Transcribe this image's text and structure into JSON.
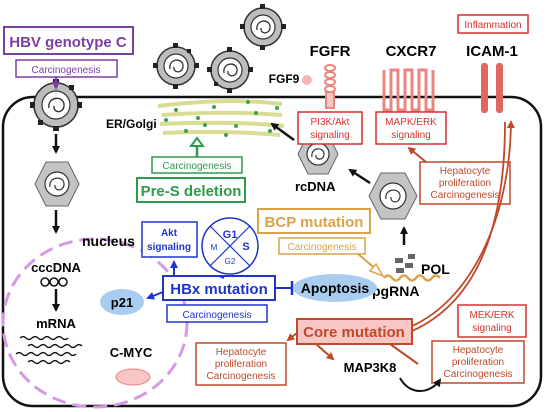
{
  "header": {
    "genotype": "HBV genotype C",
    "carcinogenesis": "Carcinogenesis"
  },
  "receptors": {
    "fgfr": "FGFR",
    "cxcr7": "CXCR7",
    "icam": "ICAM-1",
    "fgf9": "FGF9",
    "inflammation": "Inflammation"
  },
  "signaling": {
    "pi3k_line1": "PI3K/Akt",
    "pi3k_line2": "signaling",
    "mapk_line1": "MAPK/ERK",
    "mapk_line2": "signaling",
    "mek_line1": "MEK/ERK",
    "mek_line2": "signaling",
    "akt_line1": "Akt",
    "akt_line2": "signaling"
  },
  "cell": {
    "er_golgi": "ER/Golgi",
    "nucleus": "nucleus",
    "cccdna": "cccDNA",
    "mrna": "mRNA",
    "rcdna": "rcDNA",
    "pol": "POL",
    "pgrna": "pgRNA",
    "p21": "p21",
    "cmyc": "C-MYC",
    "map3k8": "MAP3K8",
    "apoptosis": "Apoptosis"
  },
  "cell_cycle": {
    "g1": "G1",
    "s": "S",
    "g2": "G2",
    "m": "M"
  },
  "mutations": {
    "pres": "Pre-S deletion",
    "pres_effect": "Carcinogenesis",
    "bcp": "BCP mutation",
    "bcp_effect": "Carcinogenesis",
    "hbx": "HBx mutation",
    "hbx_effect": "Carcinogenesis",
    "core": "Core mutation"
  },
  "effects": {
    "hep_cxcr7": [
      "Hepatocyte",
      "proliferation",
      "Carcinogenesis"
    ],
    "hep_core": [
      "Hepatocyte",
      "proliferation",
      "Carcinogenesis"
    ],
    "hep_map3k8": [
      "Hepatocyte",
      "proliferation",
      "Carcinogenesis"
    ]
  },
  "colors": {
    "purple": "#7b3fa3",
    "red": "#d6322f",
    "orange": "#c0492a",
    "green": "#2f9a4a",
    "blue": "#1f35c9",
    "gold": "#dba24b",
    "pink_fill": "#f7c6c5",
    "blue_fill": "#a9cdf0"
  }
}
